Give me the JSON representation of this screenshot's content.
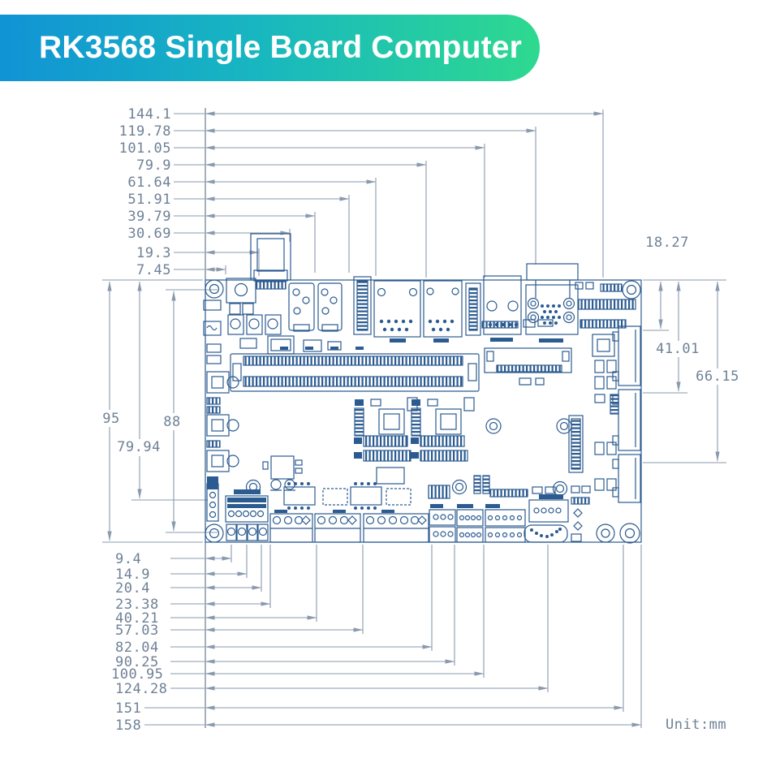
{
  "banner": {
    "title": "RK3568 Single Board Computer",
    "gradient_start": "#1193d5",
    "gradient_end": "#2ed98f"
  },
  "drawing": {
    "unit_label": "Unit:mm",
    "top_dims": [
      "144.1",
      "119.78",
      "101.05",
      "79.9",
      "61.64",
      "51.91",
      "39.79",
      "30.69",
      "19.3",
      "7.45"
    ],
    "left_dims": [
      "95",
      "88",
      "79.94"
    ],
    "right_dims": [
      "18.27",
      "41.01",
      "66.15"
    ],
    "bottom_dims": [
      "9.4",
      "14.9",
      "20.4",
      "23.38",
      "40.21",
      "57.03",
      "82.04",
      "90.25",
      "100.95",
      "124.28",
      "151",
      "158"
    ],
    "colors": {
      "dimension_lines": "#8a99ad",
      "dimension_text": "#6f8196",
      "board_lines": "#2b5b90"
    }
  }
}
